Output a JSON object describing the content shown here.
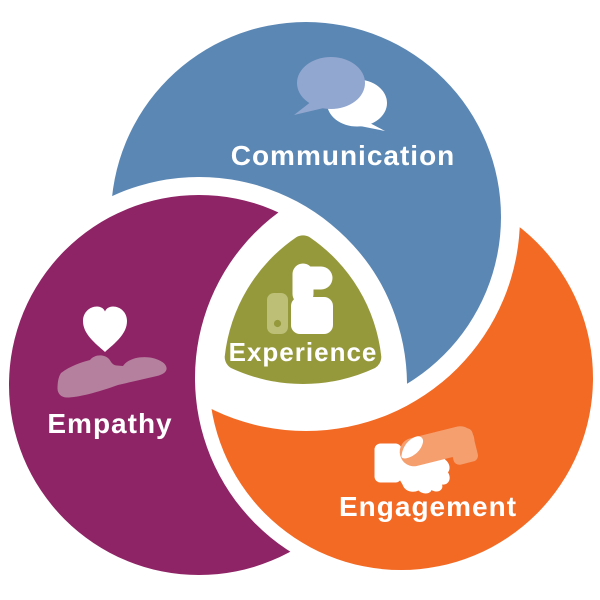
{
  "diagram": {
    "type": "venn-pinwheel",
    "background": "#ffffff",
    "text_color": "#ffffff",
    "segments": [
      {
        "label": "Communication",
        "color": "#5b87b4",
        "icon": "speech-bubbles-icon",
        "icon_accent": "#92a7cf",
        "position": "top"
      },
      {
        "label": "Empathy",
        "color": "#8e2365",
        "icon": "heart-in-hand-icon",
        "icon_accent": "#b57f9e",
        "position": "bottom-left"
      },
      {
        "label": "Engagement",
        "color": "#f26a24",
        "icon": "handshake-icon",
        "icon_accent": "#f59e6e",
        "position": "bottom-right"
      },
      {
        "label": "Experience",
        "color": "#95993b",
        "icon": "thumbs-up-icon",
        "icon_accent": "#bcbf75",
        "position": "center"
      }
    ]
  }
}
